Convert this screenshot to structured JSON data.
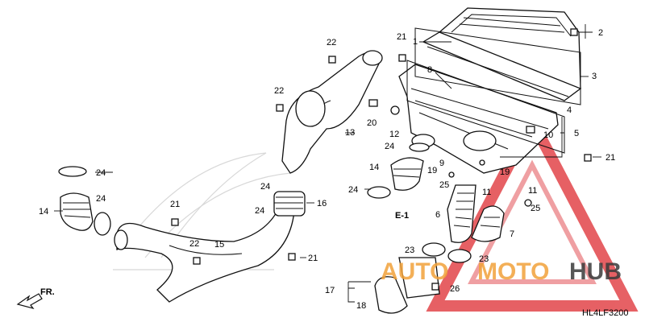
{
  "diagram": {
    "code": "HL4LF3200",
    "section_ref": "E-1",
    "direction": "FR.",
    "callouts": {
      "c1": "1",
      "c2": "2",
      "c3": "3",
      "c4": "4",
      "c5": "5",
      "c6": "6",
      "c7": "7",
      "c8": "8",
      "c9": "9",
      "c10": "10",
      "c11a": "11",
      "c11b": "11",
      "c12": "12",
      "c13": "13",
      "c14a": "14",
      "c14b": "14",
      "c15": "15",
      "c16": "16",
      "c17": "17",
      "c18": "18",
      "c19a": "19",
      "c19b": "19",
      "c20": "20",
      "c21a": "21",
      "c21b": "21",
      "c21c": "21",
      "c21d": "21",
      "c22a": "22",
      "c22b": "22",
      "c22c": "22",
      "c23a": "23",
      "c23b": "23",
      "c24a": "24",
      "c24b": "24",
      "c24c": "24",
      "c24d": "24",
      "c24e": "24",
      "c24f": "24",
      "c25a": "25",
      "c25b": "25",
      "c26": "26"
    },
    "watermark": {
      "brand_left": "AUTO",
      "brand_mid": "MOTO",
      "brand_right": "HUB"
    }
  },
  "colors": {
    "line": "#111111",
    "watermark_red": "#e0393e",
    "watermark_orange": "#f2a23a",
    "watermark_dark": "#3a3a3a"
  }
}
